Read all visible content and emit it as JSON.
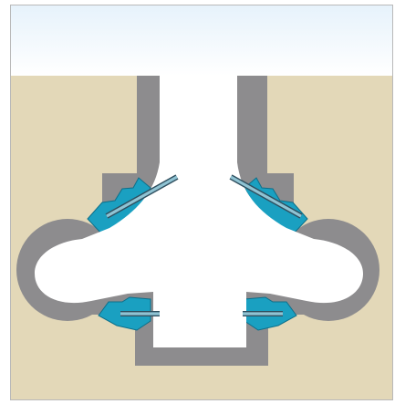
{
  "diagram": {
    "parts": [
      {
        "id": "sky",
        "name": "sky-background"
      },
      {
        "id": "soil",
        "name": "soil-ground"
      },
      {
        "id": "shaft",
        "name": "vertical-shaft"
      },
      {
        "id": "left-chamber",
        "name": "left-cavern"
      },
      {
        "id": "right-chamber",
        "name": "right-cavern"
      },
      {
        "id": "bottom-niche",
        "name": "bottom-pit"
      },
      {
        "id": "anchors",
        "name": "anchor-rods"
      },
      {
        "id": "grout",
        "name": "grouted-zones"
      }
    ],
    "colors": {
      "sky_top": "#e6f2fb",
      "sky_bottom": "#ffffff",
      "soil": "#e3d8b8",
      "lining": "#8d8c8e",
      "void": "#ffffff",
      "grout": "#1aa0c1",
      "grout_dark": "#0d6f8a",
      "rod_fill": "#8fc3d3",
      "rod_stroke": "#2f4f5f",
      "frame": "#b9b9b9"
    }
  }
}
